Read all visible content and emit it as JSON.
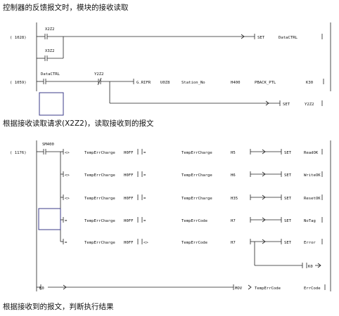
{
  "captions": {
    "top": "控制器的反馈报文时，模块的接收读取",
    "middle": "根据接收读取请求(X2Z2)，读取接收到的报文",
    "bottom": "根据接收到的报文，判断执行结果"
  },
  "rung1": {
    "step": "( 1028)",
    "contact_a": "X2Z2",
    "contact_b": "X3Z2",
    "out_cmd": "SET",
    "out_dev": "DataCTRL"
  },
  "rung2": {
    "step": "( 1059)",
    "contact_a": "DataCTRL",
    "contact_b": "Y2Z2",
    "fb_name": "G.RIFR",
    "fb_arg1": "U0Z8",
    "fb_arg2": "Station_No",
    "fb_arg3": "H400",
    "fb_arg4": "PBACK_PTL",
    "fb_arg5": "K30",
    "out_cmd": "SET",
    "out_dev": "Y2Z2"
  },
  "rung3": {
    "step": "( 1176)",
    "contact": "SM400",
    "rows": [
      {
        "cmp1": "<>",
        "src": "TempErrCharge",
        "val": "H0FF",
        "cmp2": "=",
        "ref": "TempErrCharge",
        "k": "H5",
        "cmd": "SET",
        "dev": "ReadOK"
      },
      {
        "cmp1": "<>",
        "src": "TempErrCharge",
        "val": "H0FF",
        "cmp2": "=",
        "ref": "TempErrCharge",
        "k": "H6",
        "cmd": "SET",
        "dev": "WriteOK"
      },
      {
        "cmp1": "<>",
        "src": "TempErrCharge",
        "val": "H0FF",
        "cmp2": "=",
        "ref": "TempErrCharge",
        "k": "H35",
        "cmd": "SET",
        "dev": "ResetOK"
      },
      {
        "cmp1": "=",
        "src": "TempErrCharge",
        "val": "H0FF",
        "cmp2": "=",
        "ref": "TempErrCode",
        "k": "H7",
        "cmd": "SET",
        "dev": "NoTag"
      },
      {
        "cmp1": "=",
        "src": "TempErrCharge",
        "val": "H0FF",
        "cmp2": "<>",
        "ref": "TempErrCode",
        "k": "H7",
        "cmd": "SET",
        "dev": "Error"
      }
    ],
    "k0_label": "K0"
  },
  "rung4": {
    "label": "K0",
    "cmd": "MOV",
    "src": "TempErrCode",
    "dst": "ErrCode"
  }
}
